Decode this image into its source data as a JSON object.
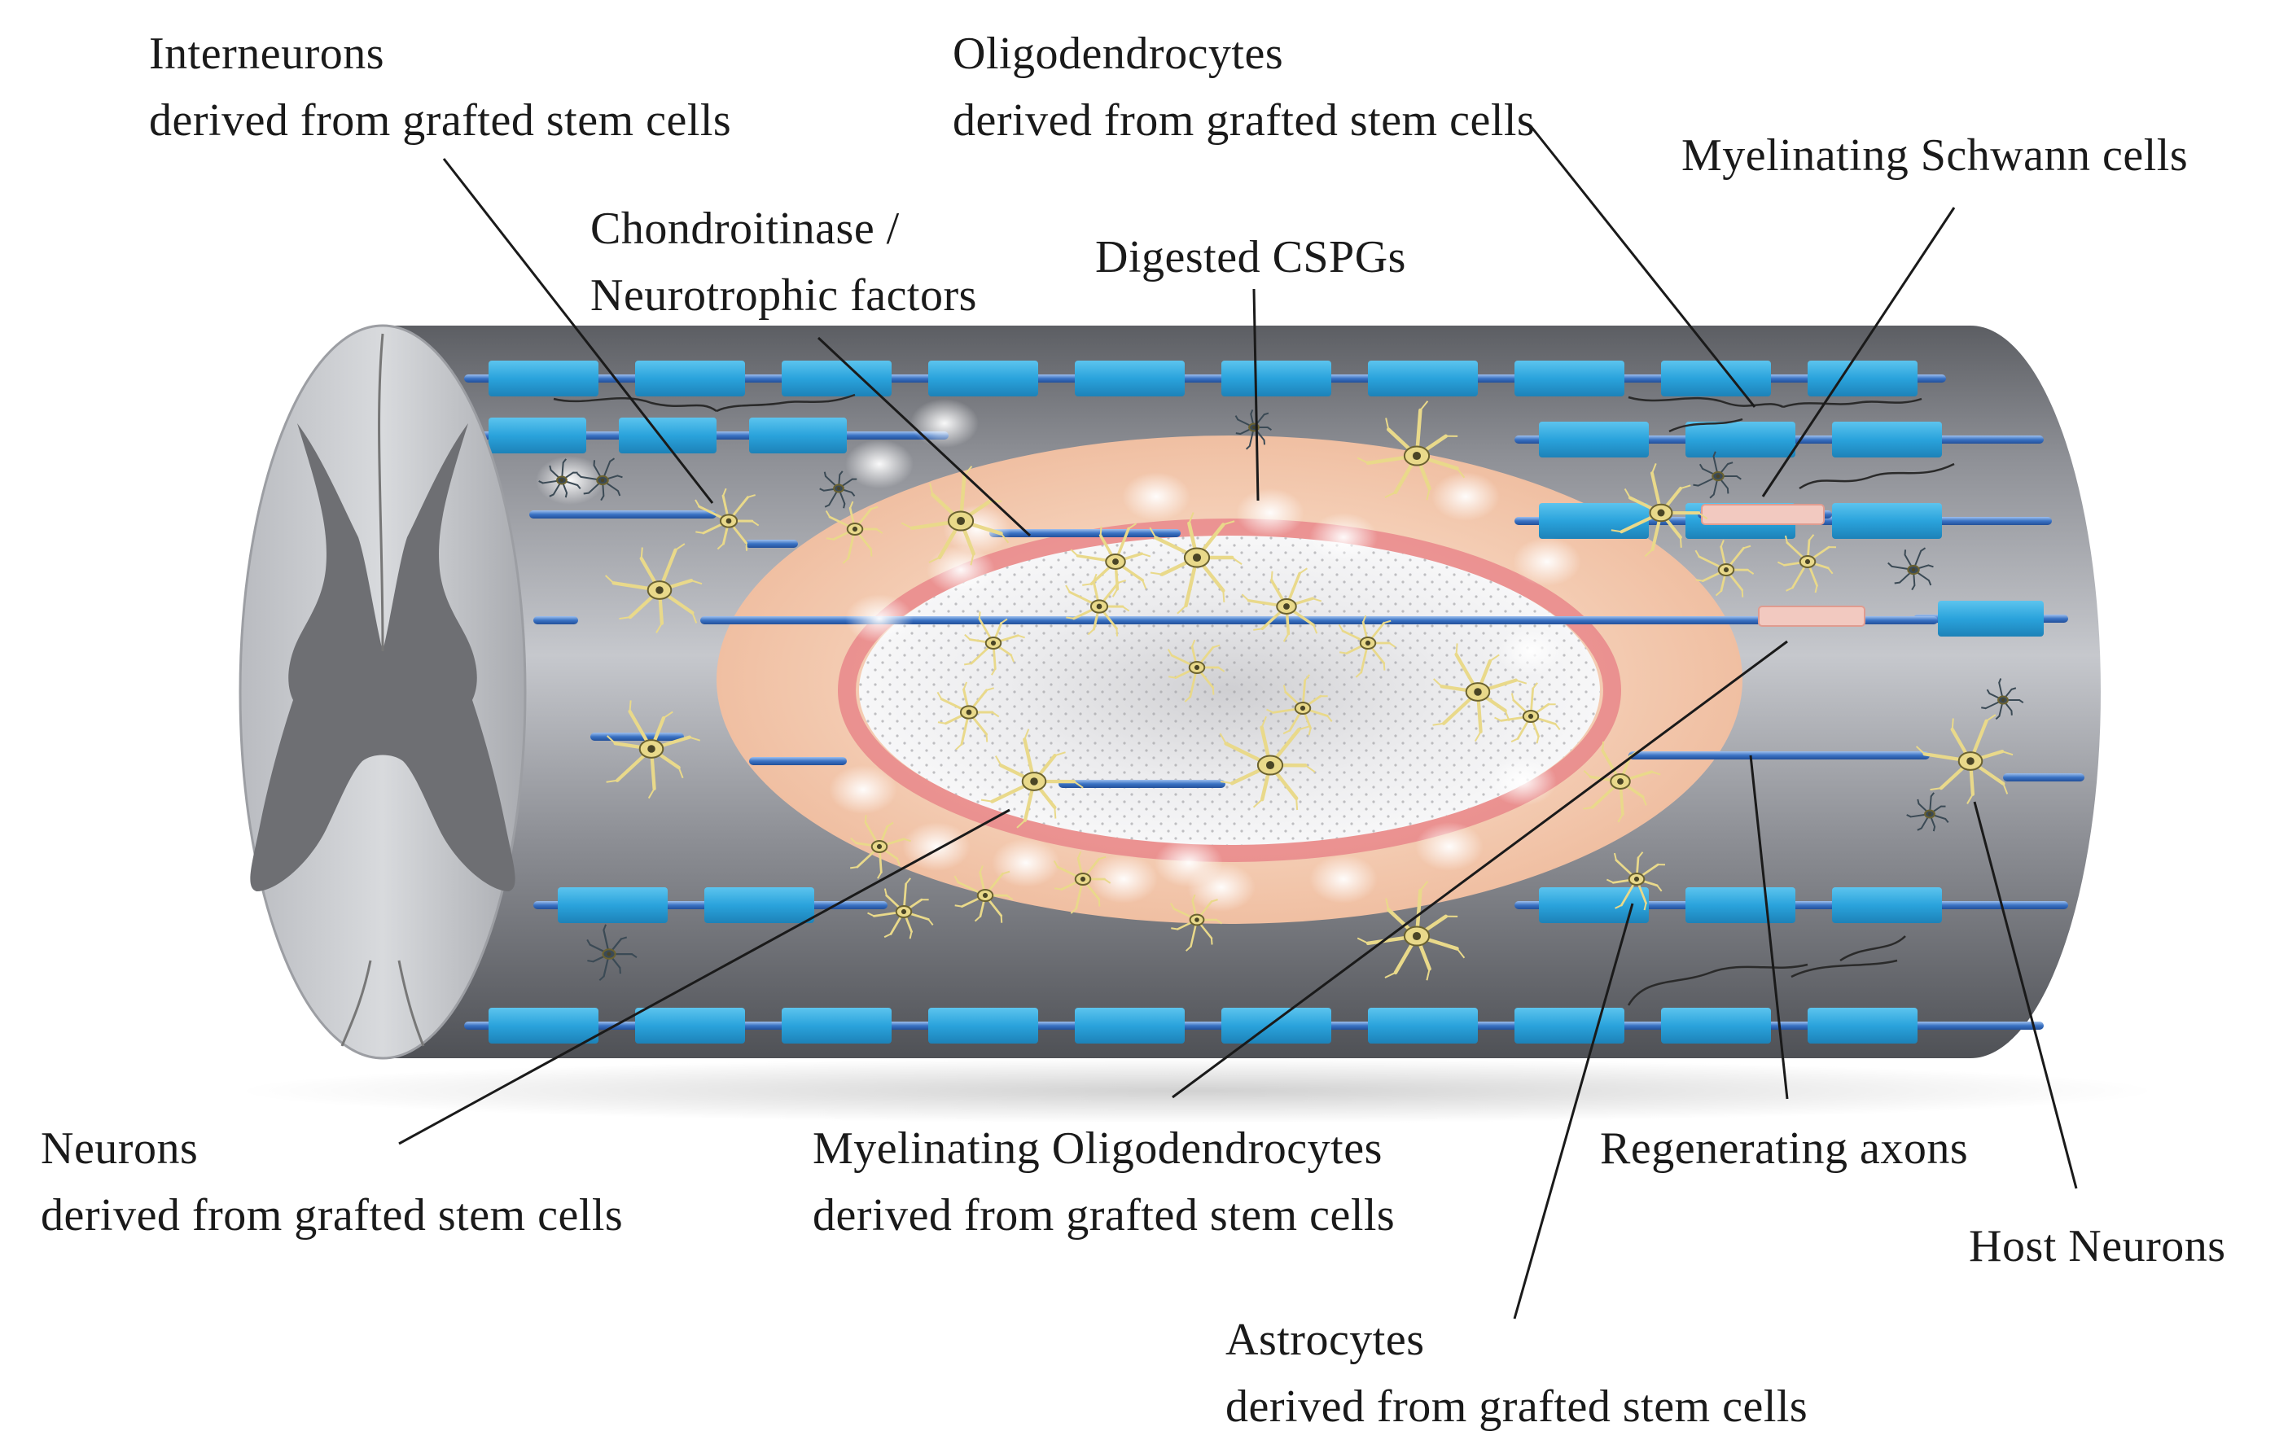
{
  "labels": {
    "interneurons": {
      "line1": "Interneurons",
      "line2": "derived from grafted stem cells"
    },
    "oligodendrocytes": {
      "line1": "Oligodendrocytes",
      "line2": "derived from grafted stem cells"
    },
    "schwann": {
      "line1": "Myelinating Schwann cells"
    },
    "chondroitinase": {
      "line1": "Chondroitinase /",
      "line2": "Neurotrophic factors"
    },
    "cspgs": {
      "line1": "Digested CSPGs"
    },
    "neurons": {
      "line1": "Neurons",
      "line2": "derived from grafted stem cells"
    },
    "myelinating_oligo": {
      "line1": "Myelinating Oligodendrocytes",
      "line2": "derived from grafted stem cells"
    },
    "regenerating": {
      "line1": "Regenerating axons"
    },
    "host_neurons": {
      "line1": "Host Neurons"
    },
    "astrocytes": {
      "line1": "Astrocytes",
      "line2": "derived from grafted stem cells"
    }
  },
  "colors": {
    "cylinder_dark": "#55575c",
    "cylinder_light": "#c9cbd0",
    "myelin": "#2aa3dc",
    "axon": "#2f63b8",
    "lesion_outer": "#f3c7ad",
    "lesion_scar": "#e46a7a",
    "cell_body": "#e9d98a",
    "grey_matter": "#6e6f73"
  }
}
